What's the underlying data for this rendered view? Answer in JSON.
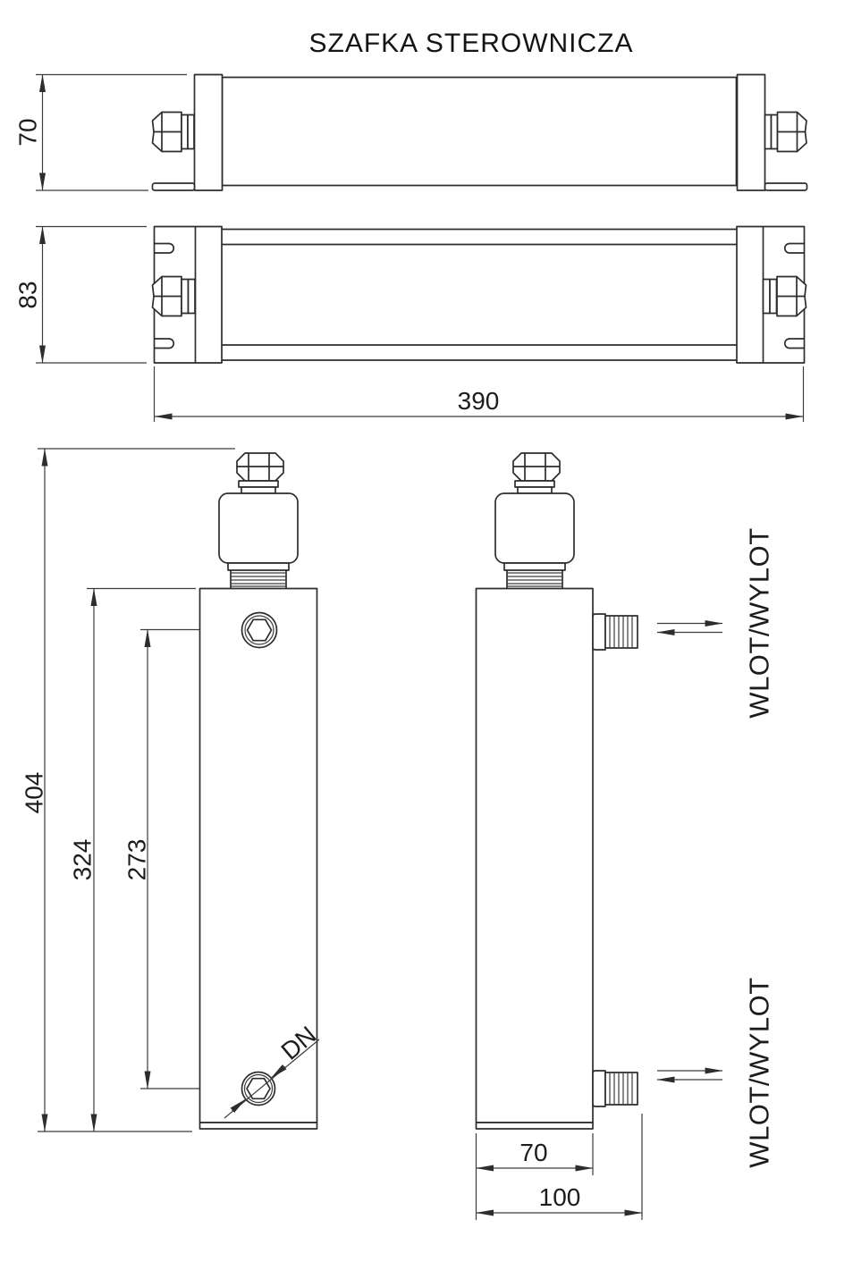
{
  "title": "SZAFKA STEROWNICZA",
  "dims": {
    "top_view_height": "70",
    "front_view_height": "83",
    "front_view_width": "390",
    "unit_total_height": "404",
    "unit_chamber_height": "324",
    "unit_port_spacing": "273",
    "unit_body_width": "70",
    "unit_depth_with_port": "100"
  },
  "labels": {
    "port_diameter": "DN",
    "flow_top": "WLOT/WYLOT",
    "flow_bottom": "WLOT/WYLOT"
  }
}
